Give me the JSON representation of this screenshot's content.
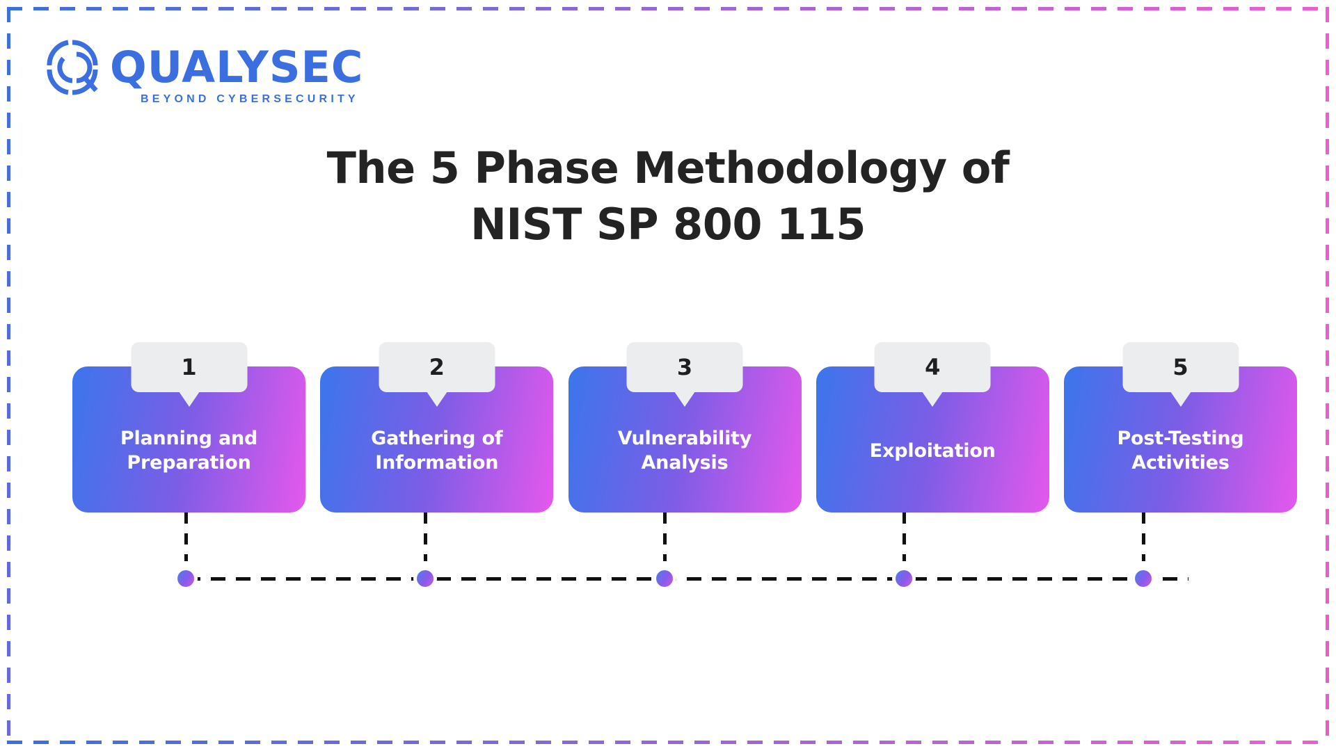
{
  "page": {
    "background_color": "#ffffff",
    "border_start_color": "#3b6fe0",
    "border_end_color": "#ef5ecf"
  },
  "logo": {
    "name": "qualysec-logo",
    "wordmark": "QUALYSEC",
    "tagline": "BEYOND CYBERSECURITY",
    "color": "#3b6fe0",
    "icon": "magnifier-circle-icon"
  },
  "title": {
    "line1": "The 5 Phase Methodology of",
    "line2": "NIST SP 800 115",
    "color": "#232323"
  },
  "phases": {
    "card_gradient_start": "#3b76ec",
    "card_gradient_mid": "#7b5de6",
    "card_gradient_end": "#e558ec",
    "badge_background": "#ecedef",
    "badge_text_color": "#1f1f1f",
    "label_color": "#ffffff",
    "items": [
      {
        "number": "1",
        "label": "Planning and\nPreparation"
      },
      {
        "number": "2",
        "label": "Gathering of\nInformation"
      },
      {
        "number": "3",
        "label": "Vulnerability\nAnalysis"
      },
      {
        "number": "4",
        "label": "Exploitation"
      },
      {
        "number": "5",
        "label": "Post-Testing\nActivities"
      }
    ]
  },
  "timeline": {
    "dash_color": "#111111",
    "dot_gradient_start": "#4d7bf0",
    "dot_gradient_end": "#c45ae8",
    "node_count": 5
  }
}
